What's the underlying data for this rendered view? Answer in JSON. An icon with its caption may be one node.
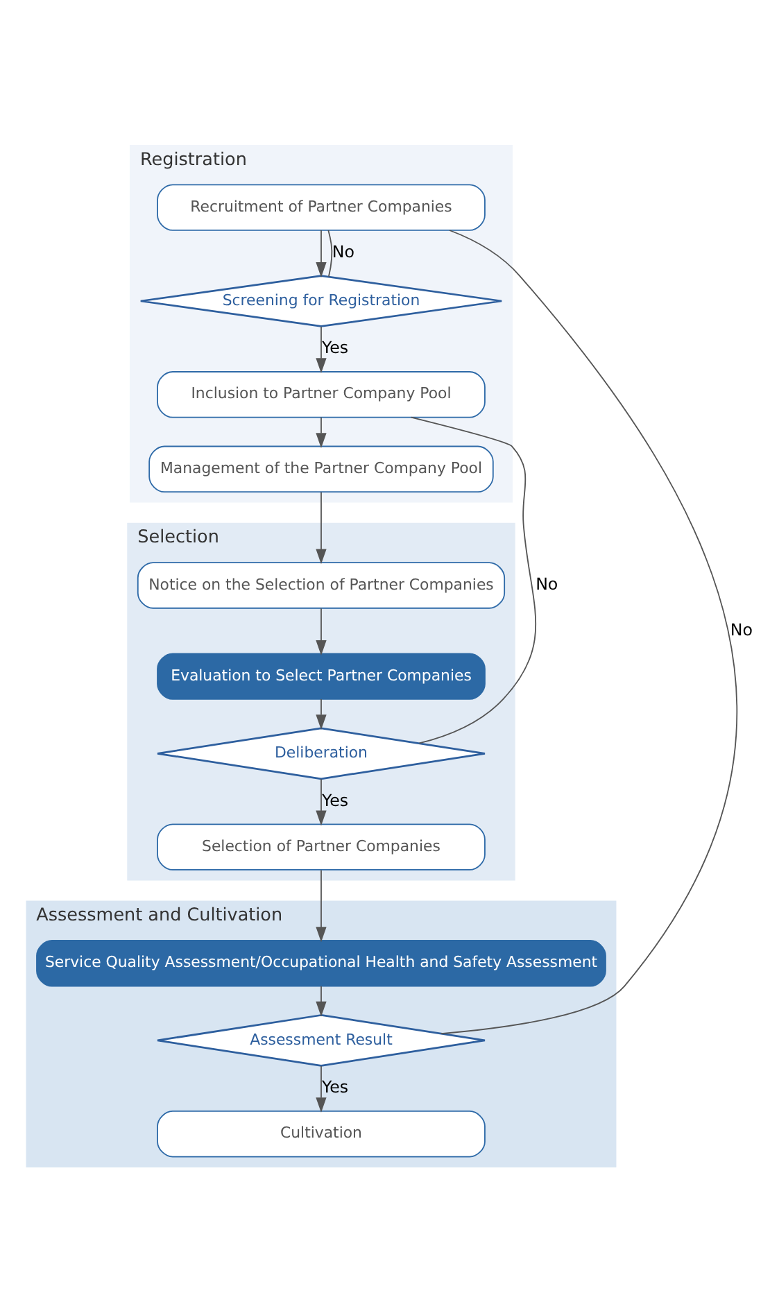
{
  "diagram": {
    "nodes": [
      {
        "text": [
          "Registration"
        ]
      },
      {
        "text": [
          "Recruitment of Partner Companies"
        ],
        "in": 0
      },
      {
        "text": [
          "Screening for Registration"
        ],
        "in": 0
      },
      {
        "text": [
          "Inclusion to Partner Company Pool"
        ],
        "in": 0
      },
      {
        "text": [
          "Management of the Partner Company Pool"
        ],
        "in": 0
      },
      {
        "text": [
          "Selection"
        ]
      },
      {
        "text": [
          "Notice on the Selection of Partner Companies"
        ],
        "in": 5
      },
      {
        "text": [
          "Evaluation to Select Partner Companies"
        ],
        "in": 5
      },
      {
        "text": [
          "Deliberation"
        ],
        "in": 5
      },
      {
        "text": [
          "Selection of Partner Companies"
        ],
        "in": 5
      },
      {
        "text": [
          "Assessment and Cultivation"
        ]
      },
      {
        "text": [
          "Service Quality Assessment/Occupational Health and Safety Assessment"
        ],
        "in": 10
      },
      {
        "text": [
          "Assessment Result"
        ],
        "in": 10
      },
      {
        "text": [
          "Cultivation"
        ],
        "in": 10
      }
    ],
    "edges": [
      {
        "from": 1,
        "to": 2,
        "arrow": "to"
      },
      {
        "from": 2,
        "to": 1,
        "arrow": "none",
        "label": "No"
      },
      {
        "from": 2,
        "to": 3,
        "arrow": "to",
        "label": "Yes"
      },
      {
        "from": 3,
        "to": 4,
        "arrow": "to"
      },
      {
        "from": 4,
        "to": 6,
        "arrow": "to"
      },
      {
        "from": 6,
        "to": 7,
        "arrow": "to"
      },
      {
        "from": 7,
        "to": 8,
        "arrow": "to"
      },
      {
        "from": 8,
        "to": 3,
        "arrow": "none",
        "label": "No"
      },
      {
        "from": 8,
        "to": 9,
        "arrow": "to",
        "label": "Yes"
      },
      {
        "from": 9,
        "to": 11,
        "arrow": "to"
      },
      {
        "from": 11,
        "to": 12,
        "arrow": "to"
      },
      {
        "from": 12,
        "to": 1,
        "arrow": "none",
        "label": "No"
      },
      {
        "from": 12,
        "to": 13,
        "arrow": "to",
        "label": "Yes"
      }
    ]
  }
}
